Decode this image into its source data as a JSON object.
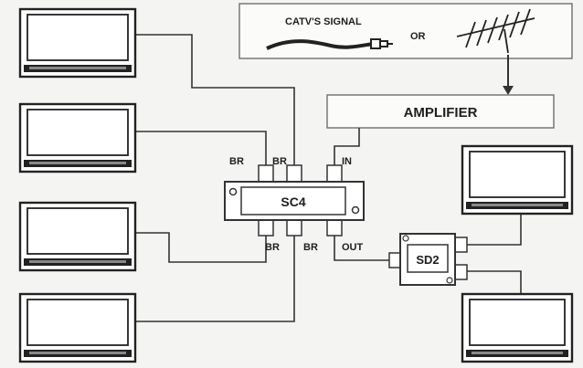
{
  "signal_source": {
    "catv_label": "CATV'S SIGNAL",
    "or_label": "OR"
  },
  "amplifier": {
    "label": "AMPLIFIER"
  },
  "splitter_sc4": {
    "label": "SC4",
    "ports": {
      "top_left": "BR",
      "top_mid": "BR",
      "input": "IN",
      "bottom_left": "BR",
      "bottom_mid": "BR",
      "output": "OUT"
    }
  },
  "splitter_sd2": {
    "label": "SD2"
  },
  "tv_count": 6
}
